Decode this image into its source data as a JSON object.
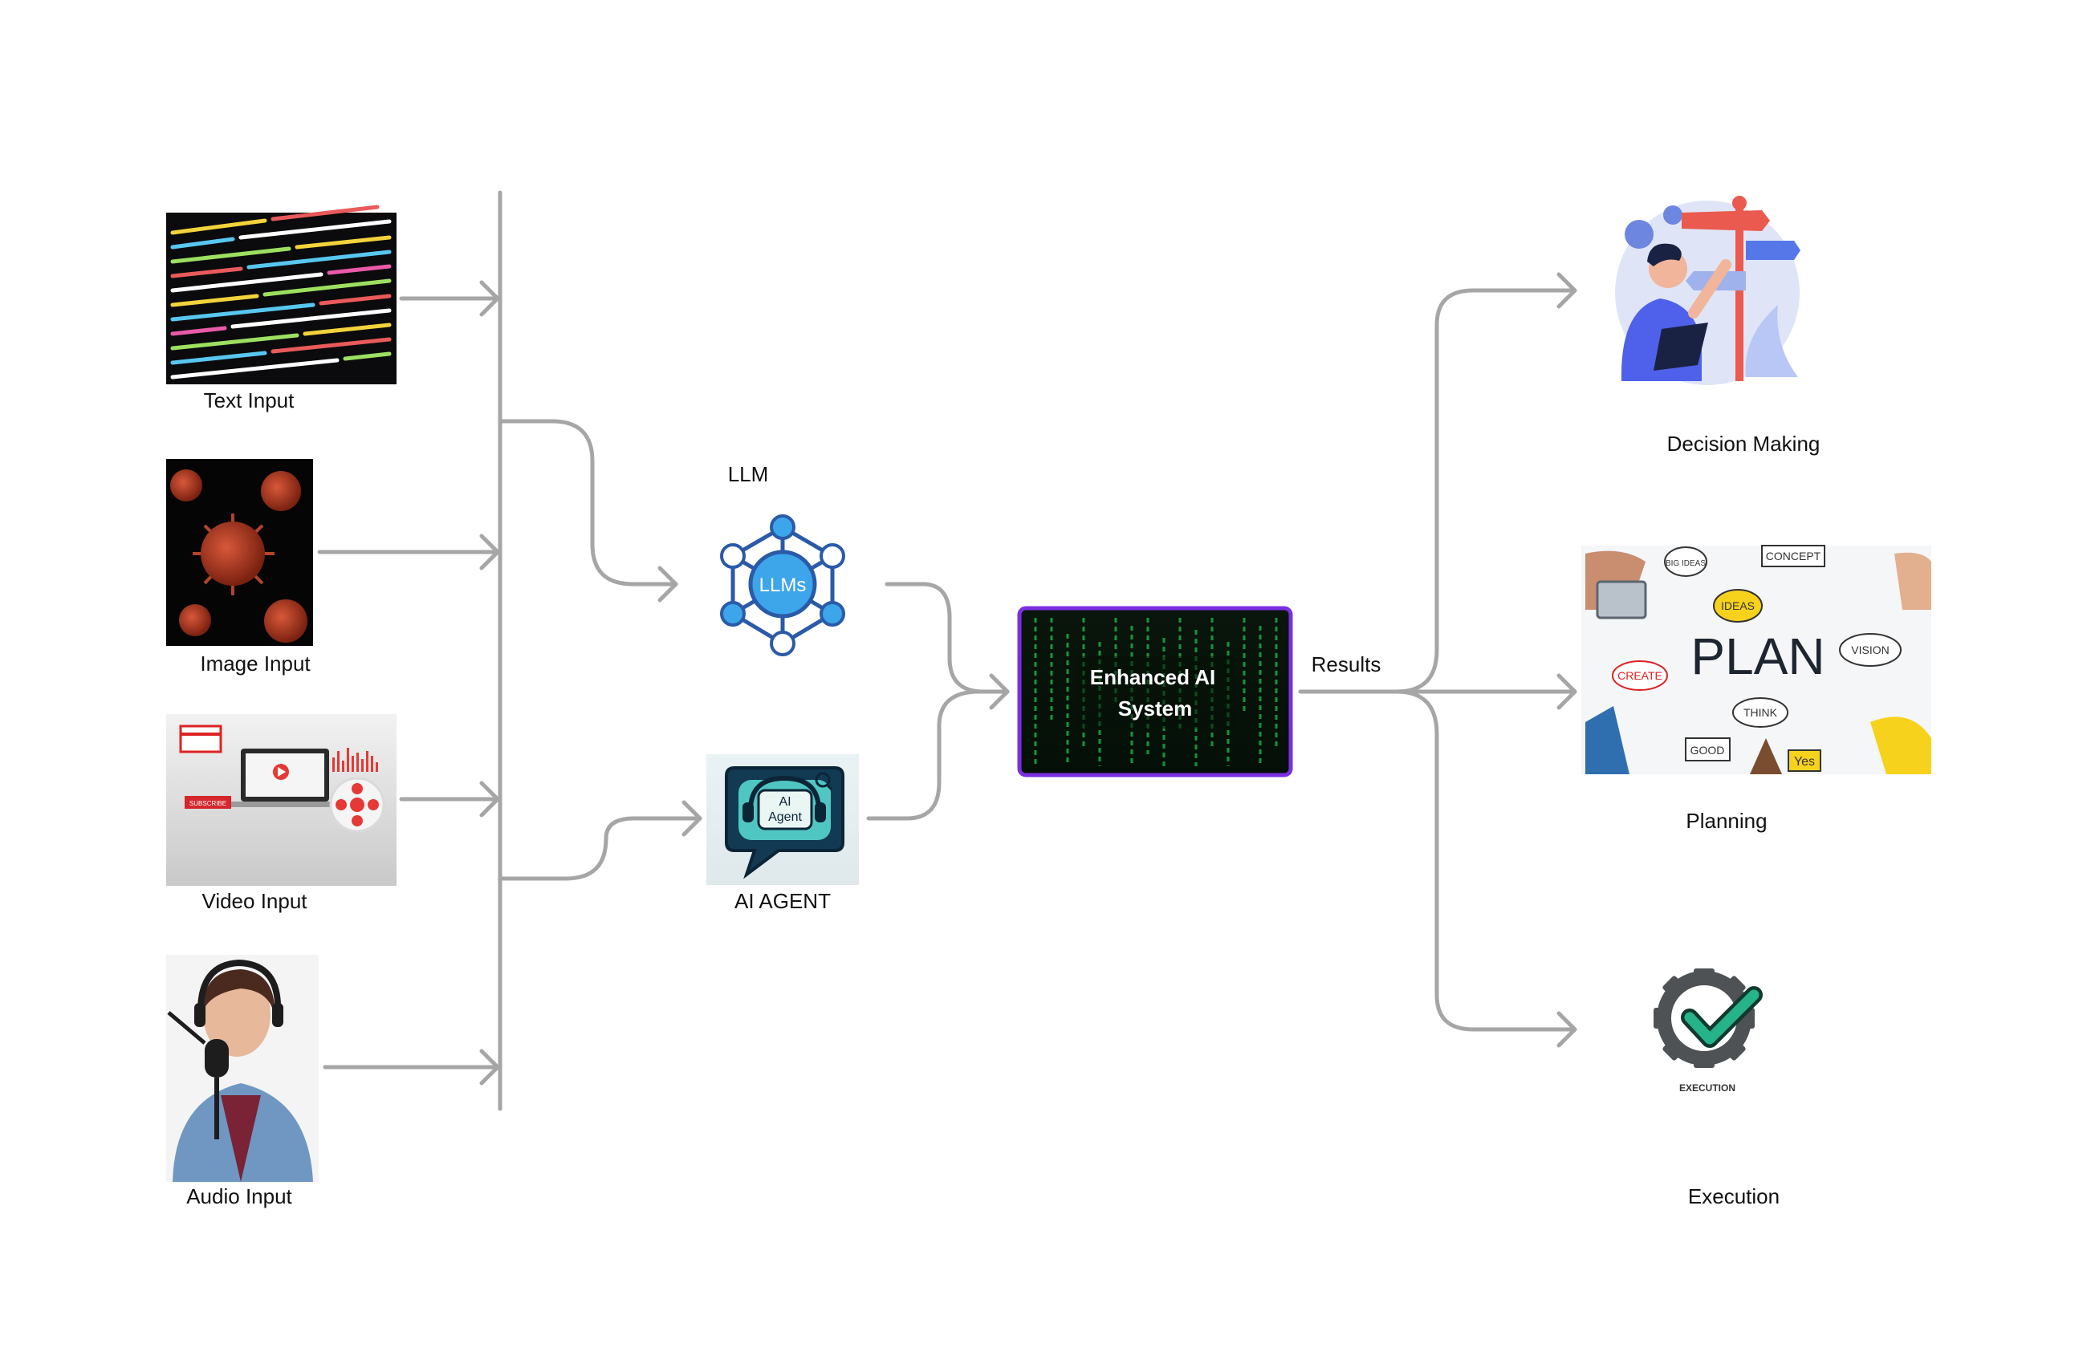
{
  "inputs": {
    "text": "Text Input",
    "image": "Image Input",
    "video": "Video Input",
    "audio": "Audio Input"
  },
  "middle": {
    "llm_label": "LLM",
    "llm_icon_text": "LLMs",
    "agent_label": "AI AGENT",
    "agent_icon_line1": "AI",
    "agent_icon_line2": "Agent"
  },
  "center": {
    "line1": "Enhanced AI",
    "line2": "System",
    "results_label": "Results"
  },
  "outputs": {
    "decision": "Decision Making",
    "planning": "Planning",
    "execution": "Execution",
    "execution_badge": "EXECUTION"
  },
  "illustration_words": {
    "plan": "PLAN",
    "big_ideas": "BIG IDEAS",
    "concept": "CONCEPT",
    "ideas": "IDEAS",
    "vision": "VISION",
    "create": "CREATE",
    "think": "THINK",
    "good": "GOOD",
    "yes": "Yes",
    "subscribe": "SUBSCRIBE"
  },
  "colors": {
    "connector": "#a6a6a6",
    "llm_blue": "#3da5ea",
    "llm_dark": "#2a5aa8",
    "center_border": "#7b2fe0",
    "matrix_green": "#1fbf4f",
    "execution_green": "#27b38a"
  }
}
